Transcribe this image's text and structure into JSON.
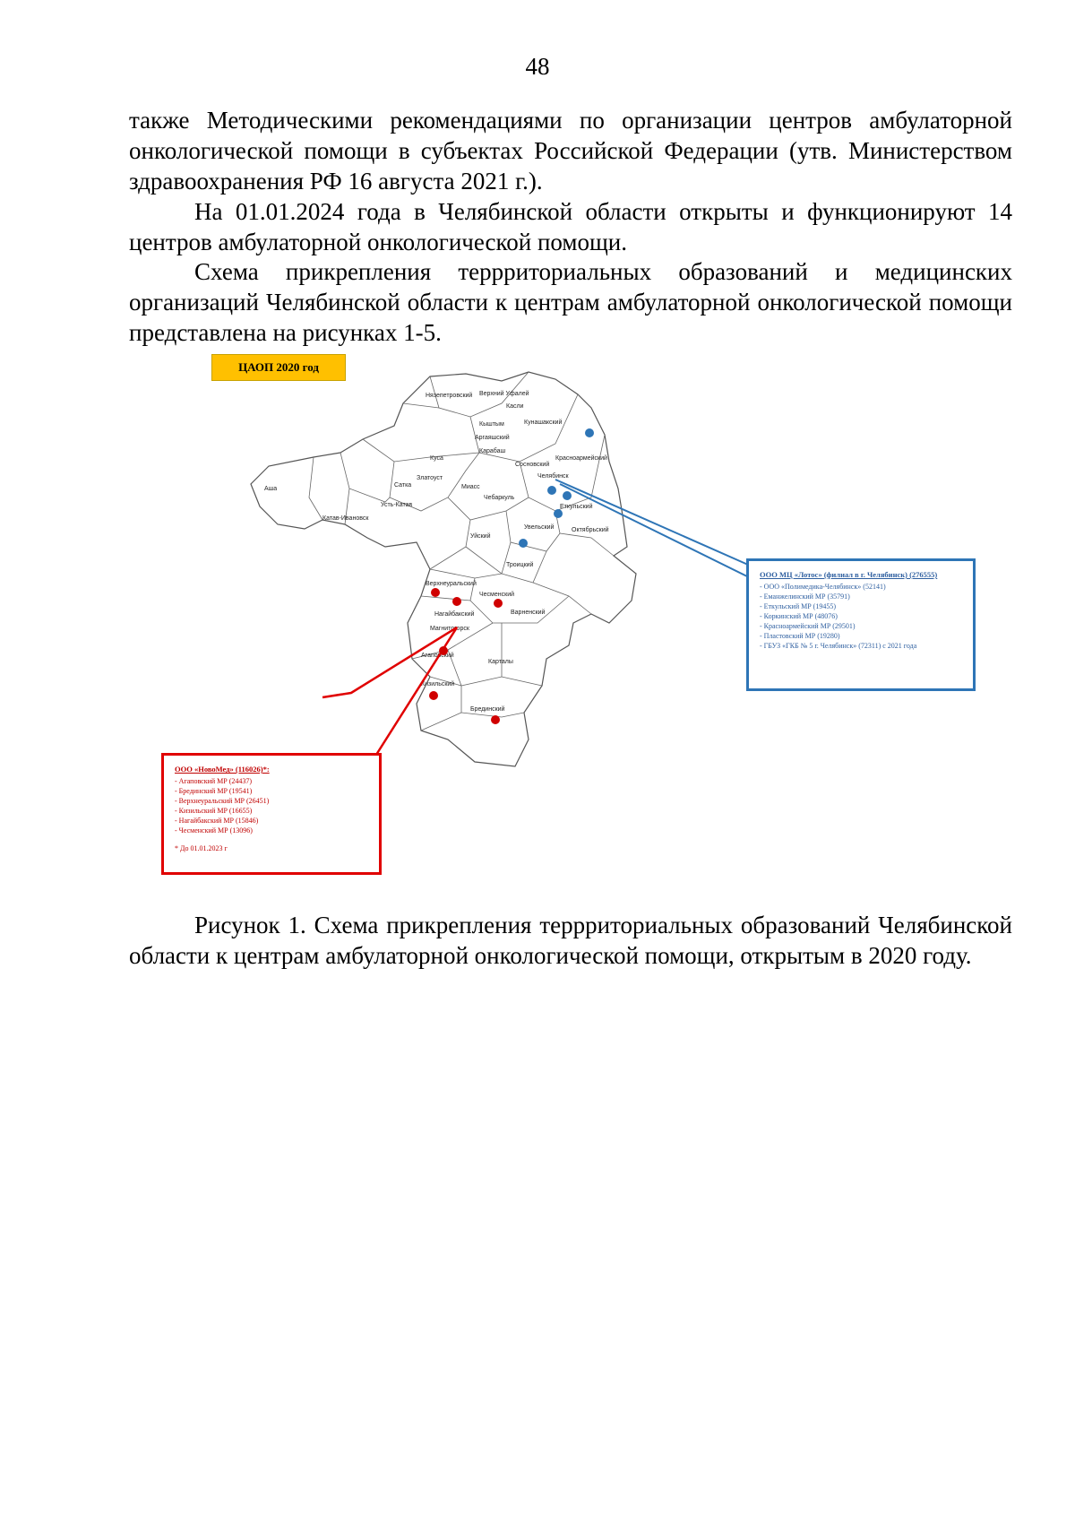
{
  "page_number": "48",
  "paragraphs": {
    "p1": "также Методическими рекомендациями по организации центров амбулаторной онкологической помощи в субъектах Российской Федерации (утв. Министерством здравоохранения РФ 16 августа 2021 г.).",
    "p2": "На 01.01.2024 года в Челябинской области открыты и функционируют 14 центров амбулаторной онкологической помощи.",
    "p3": "Схема прикрепления террриториальных образований и медицинских организаций Челябинской области к центрам амбулаторной онкологической помощи представлена на рисунках 1-5."
  },
  "figure": {
    "badge": "ЦАОП 2020 год",
    "map_labels": [
      "Верхнеуральский",
      "Нагайбакский",
      "Чесменский",
      "Магнитогорск",
      "Агаповский",
      "Карталы",
      "Кизильский",
      "Брединский",
      "Варненский",
      "Троицкий",
      "Уйский",
      "Октябрьский",
      "Увельский",
      "Еткульский",
      "Красноармейский",
      "Сосновский",
      "Челябинск",
      "Аргаяшский",
      "Кыштым",
      "Касли",
      "Кунашакский",
      "Миасс",
      "Чебаркуль",
      "Златоуст",
      "Сатка",
      "Куса",
      "Аша",
      "Катав-Ивановск",
      "Усть-Катав",
      "Карабаш",
      "Верхний Уфалей",
      "Нязепетровский"
    ],
    "legend_blue": {
      "title": "ООО МЦ «Лотос» (филиал в г. Челябинск) (276555)",
      "items": [
        "- ООО «Полимедика-Челябинск» (52141)",
        "- Еманжелинский МР (35791)",
        "- Еткульский МР (19455)",
        "- Коркинский МР (48076)",
        "- Красноармейский МР (29501)",
        "- Пластовский МР (19280)",
        "- ГБУЗ «ГКБ № 5 г. Челябинск» (72311) с 2021 года"
      ]
    },
    "legend_red": {
      "title": "ООО «НовоМед» (116026)*:",
      "items": [
        "- Агаповский МР (24437)",
        "- Брединский МР (19541)",
        "- Верхнеуральский МР (26451)",
        "- Кизильский МР (16655)",
        "- Нагайбакский МР (15846)",
        "- Чесменский МР (13096)"
      ],
      "note": "* До 01.01.2023 г"
    },
    "colors": {
      "blue": "#2e75b6",
      "red": "#e00000",
      "badge": "#ffc000"
    }
  },
  "caption": "Рисунок 1. Схема прикрепления террриториальных образований Челябинской области к центрам амбулаторной онкологической помощи, открытым в 2020 году."
}
